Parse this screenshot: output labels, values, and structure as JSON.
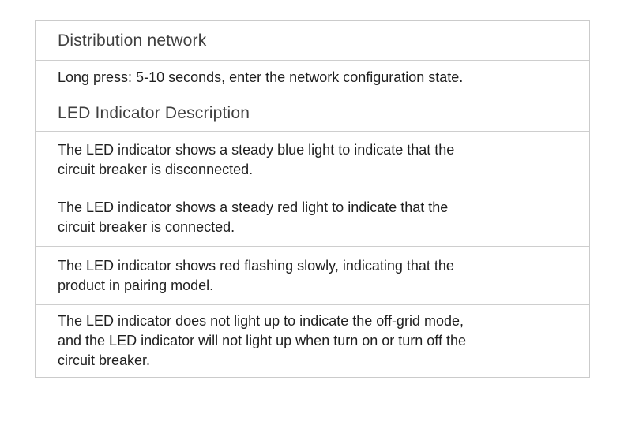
{
  "colors": {
    "page_background": "#ffffff",
    "table_border": "#cbcbcb",
    "header_text": "#404040",
    "body_text": "#1f1f1f"
  },
  "table": {
    "rows": [
      {
        "type": "header",
        "text": "Distribution network"
      },
      {
        "type": "body",
        "text": "Long press: 5-10 seconds, enter the network configuration state."
      },
      {
        "type": "header",
        "text": "LED Indicator Description"
      },
      {
        "type": "body",
        "text": "The LED indicator shows a steady blue light to indicate that the\ncircuit breaker is disconnected."
      },
      {
        "type": "body",
        "text": "The LED indicator shows a steady red light to indicate that the\ncircuit breaker is connected."
      },
      {
        "type": "body",
        "text": "The LED indicator shows red flashing slowly, indicating that the\nproduct in pairing model."
      },
      {
        "type": "body",
        "text": "The LED indicator does not light up to indicate the off-grid mode,\nand the LED indicator will not light up when turn on or turn off the\ncircuit breaker."
      }
    ]
  }
}
